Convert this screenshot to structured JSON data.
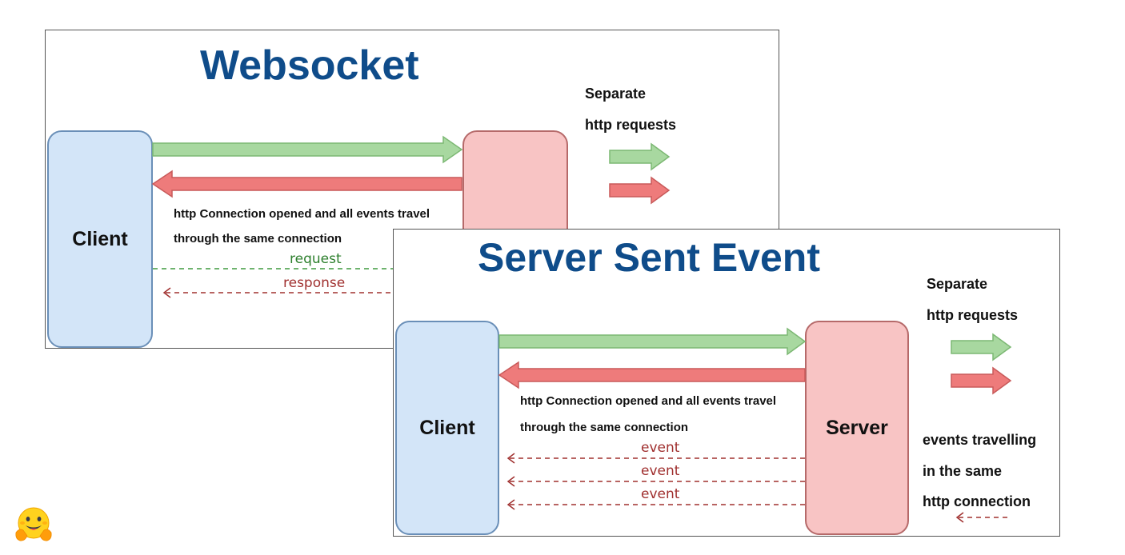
{
  "colors": {
    "title": "#0f4c8a",
    "client_fill": "#d3e5f8",
    "server_fill": "#f8c4c4",
    "green_arrow": "#9fd69a",
    "red_arrow": "#ee7b7b",
    "request_dash": "#3f9a3f",
    "response_dash": "#a0302f"
  },
  "websocket": {
    "title": "Websocket",
    "client_label": "Client",
    "note_line1": "http Connection opened and all events travel",
    "note_line2": "through the same connection",
    "request_label": "request",
    "response_label": "response",
    "side_line1": "Separate",
    "side_line2": "http requests"
  },
  "sse": {
    "title": "Server Sent Event",
    "client_label": "Client",
    "server_label": "Server",
    "note_line1": "http Connection opened and all events travel",
    "note_line2": "through the same connection",
    "event_labels": [
      "event",
      "event",
      "event"
    ],
    "side_line1": "Separate",
    "side_line2": "http requests",
    "side_line3": "events travelling",
    "side_line4": "in the same",
    "side_line5": "http connection"
  },
  "logo": {
    "icon": "hugging-face-emoji"
  }
}
